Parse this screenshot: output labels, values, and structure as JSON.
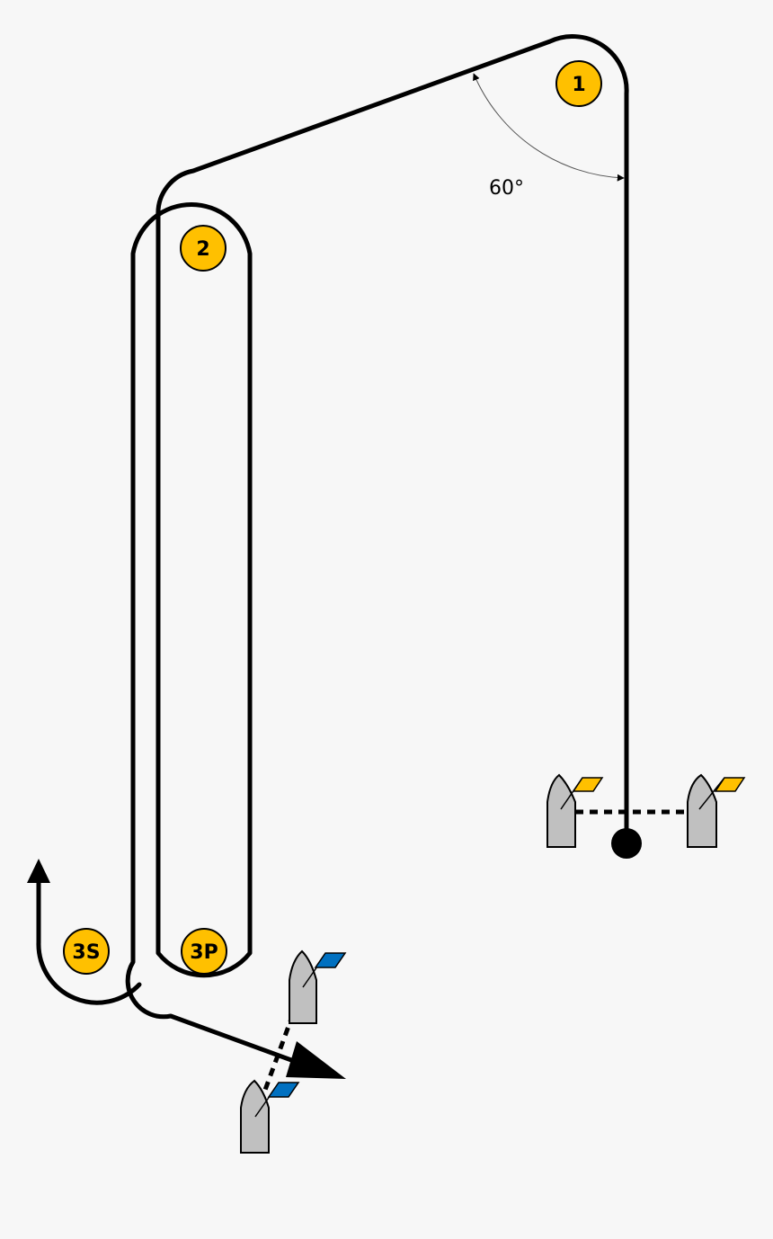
{
  "marks": {
    "mark_1": {
      "label": "1"
    },
    "mark_2": {
      "label": "2"
    },
    "mark_3s": {
      "label": "3S"
    },
    "mark_3p": {
      "label": "3P"
    }
  },
  "angle": {
    "label": "60°"
  },
  "colors": {
    "background": "#f7f7f7",
    "mark_fill": "#ffc000",
    "start_flag": "#ffc000",
    "finish_flag": "#0070c0",
    "hull": "#c0c0c0",
    "line": "#000000"
  }
}
